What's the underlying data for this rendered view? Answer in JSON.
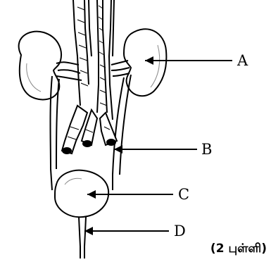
{
  "labels": {
    "a": "A",
    "b": "B",
    "c": "C",
    "d": "D"
  },
  "marks": "(2 புள்ளி)",
  "colors": {
    "ink": "#000000",
    "shade": "#bbbbbb",
    "paper": "#ffffff"
  }
}
